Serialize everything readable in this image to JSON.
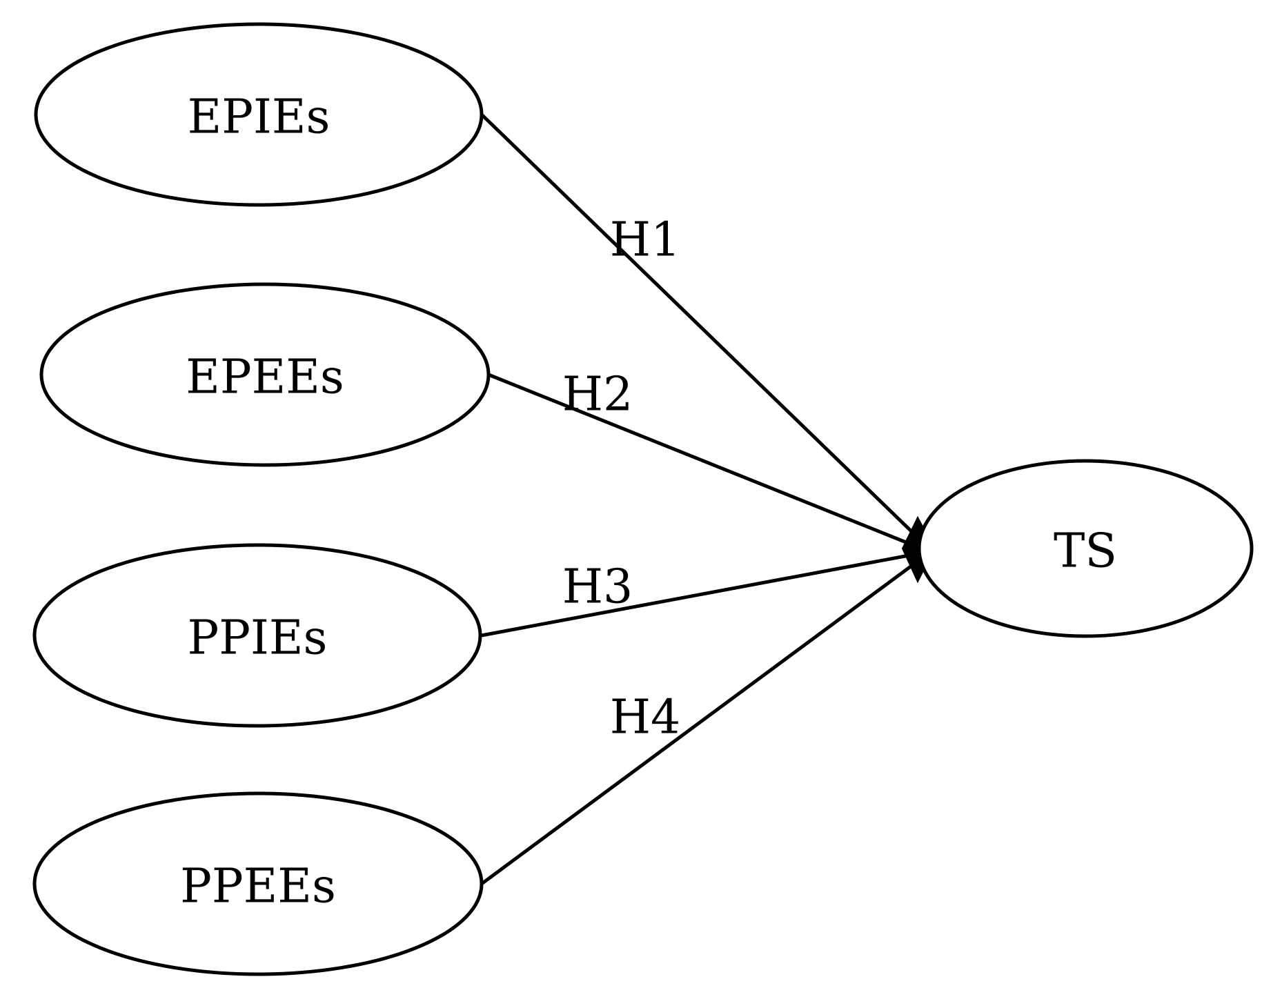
{
  "nodes": {
    "epies": "EPIEs",
    "epees": "EPEEs",
    "ppies": "PPIEs",
    "ppees": "PPEEs",
    "ts": "TS"
  },
  "edges": {
    "h1": "H1",
    "h2": "H2",
    "h3": "H3",
    "h4": "H4"
  },
  "colors": {
    "stroke": "#000000",
    "background": "#ffffff"
  }
}
